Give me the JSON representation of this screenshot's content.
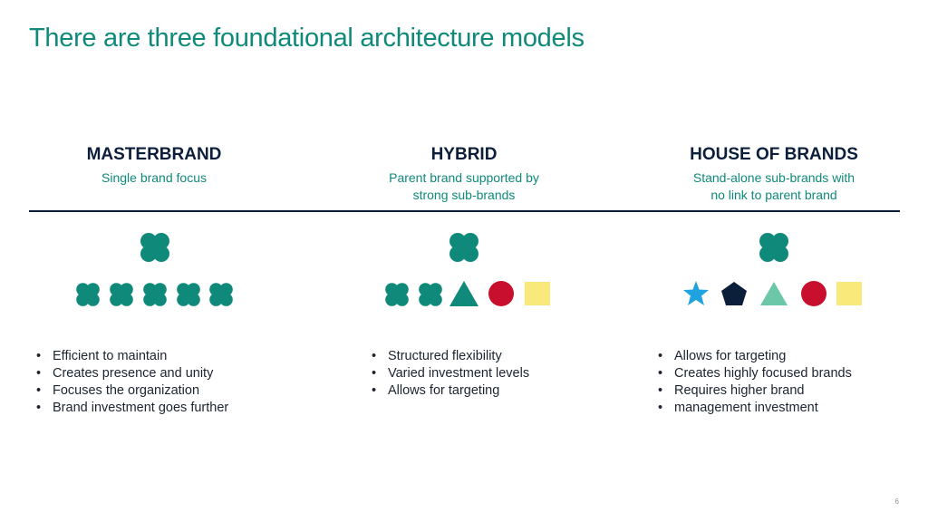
{
  "slide": {
    "title": "There are three foundational architecture models",
    "page_number": "6"
  },
  "colors": {
    "teal": "#0f8a7a",
    "navy": "#0b1f3b",
    "sky_blue": "#1fa3e0",
    "mint": "#6cc7a8",
    "red": "#c8102e",
    "yellow": "#f9e97a"
  },
  "columns": [
    {
      "heading": "MASTERBRAND",
      "subtitle_lines": [
        "Single brand focus"
      ],
      "parent_icon": "quatrefoil-icon",
      "child_icons": [
        "quatrefoil-icon",
        "quatrefoil-icon",
        "quatrefoil-icon",
        "quatrefoil-icon",
        "quatrefoil-icon"
      ],
      "bullets": [
        "Efficient to maintain",
        "Creates presence and unity",
        "Focuses the organization",
        "Brand investment goes further"
      ]
    },
    {
      "heading": "HYBRID",
      "subtitle_lines": [
        "Parent brand supported by",
        "strong sub-brands"
      ],
      "parent_icon": "quatrefoil-icon",
      "child_icons": [
        "quatrefoil-icon",
        "quatrefoil-icon",
        "triangle-icon",
        "circle-icon",
        "square-icon"
      ],
      "bullets": [
        "Structured flexibility",
        "Varied investment levels",
        "Allows for targeting"
      ]
    },
    {
      "heading": "HOUSE OF BRANDS",
      "subtitle_lines": [
        "Stand-alone sub-brands with",
        "no link to parent brand"
      ],
      "parent_icon": "quatrefoil-icon",
      "child_icons": [
        "star-icon",
        "pentagon-icon",
        "triangle-icon",
        "circle-icon",
        "square-icon"
      ],
      "bullets": [
        "Allows for targeting",
        "Creates highly focused brands",
        "Requires higher brand",
        "management investment"
      ]
    }
  ]
}
